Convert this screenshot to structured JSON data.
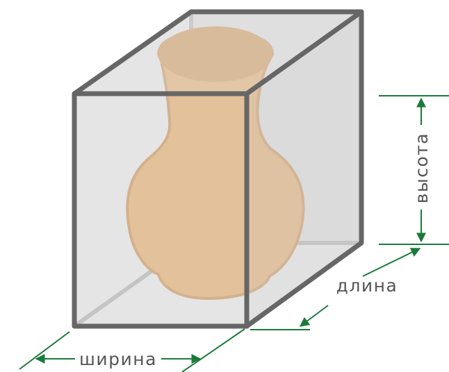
{
  "labels": {
    "height": "высота",
    "length": "длина",
    "width": "ширина"
  },
  "icons": {
    "vase": "vase-icon",
    "box": "box-outline"
  },
  "colors": {
    "box_edge": "#666666",
    "box_fill": "#d9d9d9",
    "vase_fill": "#edb97d",
    "vase_outline": "#d4a06a",
    "dimension_line": "#1a7a3a",
    "label_text": "#555555"
  }
}
